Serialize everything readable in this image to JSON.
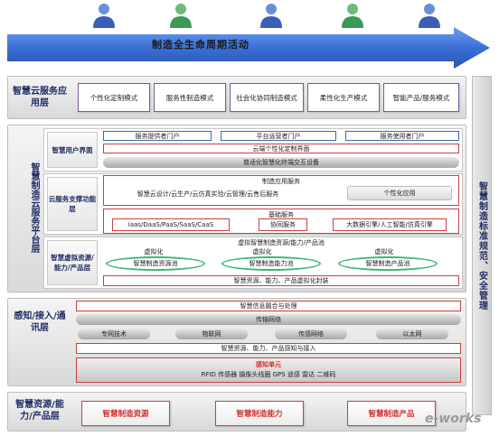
{
  "banner": {
    "title": "制造全生命周期活动"
  },
  "right_bar": {
    "label": "智慧制造标准规范、安全管理"
  },
  "layers": {
    "app": {
      "title": "智慧云服务应用层",
      "items": [
        "个性化定制模式",
        "服务性制造模式",
        "社会化协同制造模式",
        "柔性化生产模式",
        "智能产品/服务模式"
      ]
    },
    "platform": {
      "title": "智慧制造云服务平台层",
      "user_ui": {
        "title": "智慧用户界面",
        "portals": [
          "服务提供者门户",
          "平台运营者门户",
          "服务使用者门户"
        ],
        "custom_ui": "云端个性化定制界面",
        "devices": "普适化智慧化终端交互设备"
      },
      "support": {
        "title": "云服务支撑功能层",
        "mfg_service": "制造应用服务",
        "mfg_items": "智慧云设计/云生产/云仿真实验/云管理/云售后服务",
        "personal": "个性化应用",
        "base_service": "基础服务",
        "saas": "Iaas/DaaS/PaaS/SaaS/CaaS",
        "collab": "协同服务",
        "bigdata": "大数据引擎/人工智能/仿真引擎"
      },
      "virtual": {
        "title": "智慧虚拟资源/能力/产品层",
        "pool": "虚拟智慧制造资源/能力/产品池",
        "v1": "虚拟化",
        "v2": "虚拟化",
        "v3": "虚拟化",
        "pool1": "智慧制造资源池",
        "pool2": "智慧制造能力池",
        "pool3": "智慧制造产品池",
        "encapsulation": "智慧资源、能力、产品虚拟化封装"
      }
    },
    "access": {
      "title": "感知/接入/通讯层",
      "fusion": "智慧信息融合与处理",
      "network": "传输网络",
      "nets": [
        "专网技术",
        "物联网",
        "传感网络",
        "以太网"
      ],
      "perception": "智慧资源、能力、产品感知与接入",
      "sensor_title": "感知单元",
      "sensor_items": "RFID 传感器 摄像头线圈 GPS 遥感  雷达 二维码"
    },
    "resource": {
      "title": "智慧资源/能力/产品层",
      "items": [
        "智慧制造资源",
        "智慧制造能力",
        "智慧制造产品"
      ]
    }
  },
  "logo": {
    "text": "e-works"
  },
  "colors": {
    "arrow": "#3a6fd6",
    "accent_red": "#c84040",
    "purple": "#7a5a9a",
    "green": "#3cb878"
  }
}
